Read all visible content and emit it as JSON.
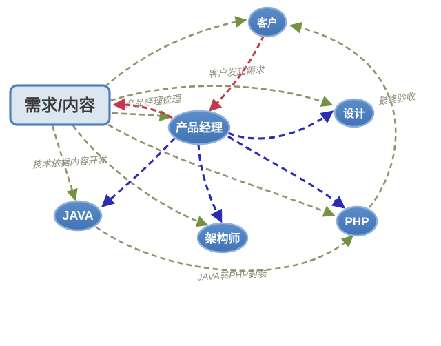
{
  "diagram": {
    "nodes": {
      "customer": {
        "label": "客户",
        "shape": "ellipse"
      },
      "requirements": {
        "label": "需求/内容",
        "shape": "rounded-rect"
      },
      "product_manager": {
        "label": "产品经理",
        "shape": "ellipse"
      },
      "design": {
        "label": "设计",
        "shape": "ellipse"
      },
      "java": {
        "label": "JAVA",
        "shape": "ellipse"
      },
      "architect": {
        "label": "架构师",
        "shape": "ellipse"
      },
      "php": {
        "label": "PHP",
        "shape": "ellipse"
      }
    },
    "edge_labels": {
      "customer_initiates": "客户发起需求",
      "pm_organizes": "产品经理梳理",
      "tech_develops": "技术依据内容开发",
      "final_acceptance": "最终验收",
      "java_to_php": "JAVA转PHP封装"
    },
    "edges": [
      {
        "from": "requirements",
        "to": "customer",
        "color": "olive"
      },
      {
        "from": "requirements",
        "to": "product_manager",
        "color": "olive"
      },
      {
        "from": "requirements",
        "to": "design",
        "color": "olive"
      },
      {
        "from": "requirements",
        "to": "java",
        "color": "olive",
        "label_key": "tech_develops"
      },
      {
        "from": "requirements",
        "to": "architect",
        "color": "olive"
      },
      {
        "from": "requirements",
        "to": "php",
        "color": "olive"
      },
      {
        "from": "java",
        "to": "php",
        "color": "olive",
        "label_key": "java_to_php"
      },
      {
        "from": "php",
        "to": "customer",
        "color": "olive",
        "label_key": "final_acceptance"
      },
      {
        "from": "customer",
        "to": "product_manager",
        "color": "red",
        "label_key": "customer_initiates"
      },
      {
        "from": "product_manager",
        "to": "requirements",
        "color": "red",
        "label_key": "pm_organizes"
      },
      {
        "from": "product_manager",
        "to": "design",
        "color": "blue"
      },
      {
        "from": "product_manager",
        "to": "java",
        "color": "blue"
      },
      {
        "from": "product_manager",
        "to": "architect",
        "color": "blue"
      },
      {
        "from": "product_manager",
        "to": "php",
        "color": "blue"
      }
    ],
    "colors": {
      "node_fill_top": "#5b8dcb",
      "node_fill_bottom": "#4273b4",
      "node_border": "#8fb0dc",
      "box_fill": "#dce6f1",
      "box_border": "#4f81bd",
      "box_text": "#3b3b3b",
      "olive_edge": "#90926a",
      "olive_arrow": "#74923f",
      "red_edge": "#c2394b",
      "blue_edge": "#2b2bb4",
      "label_text": "#8c8c7a",
      "background": "#ffffff"
    }
  }
}
